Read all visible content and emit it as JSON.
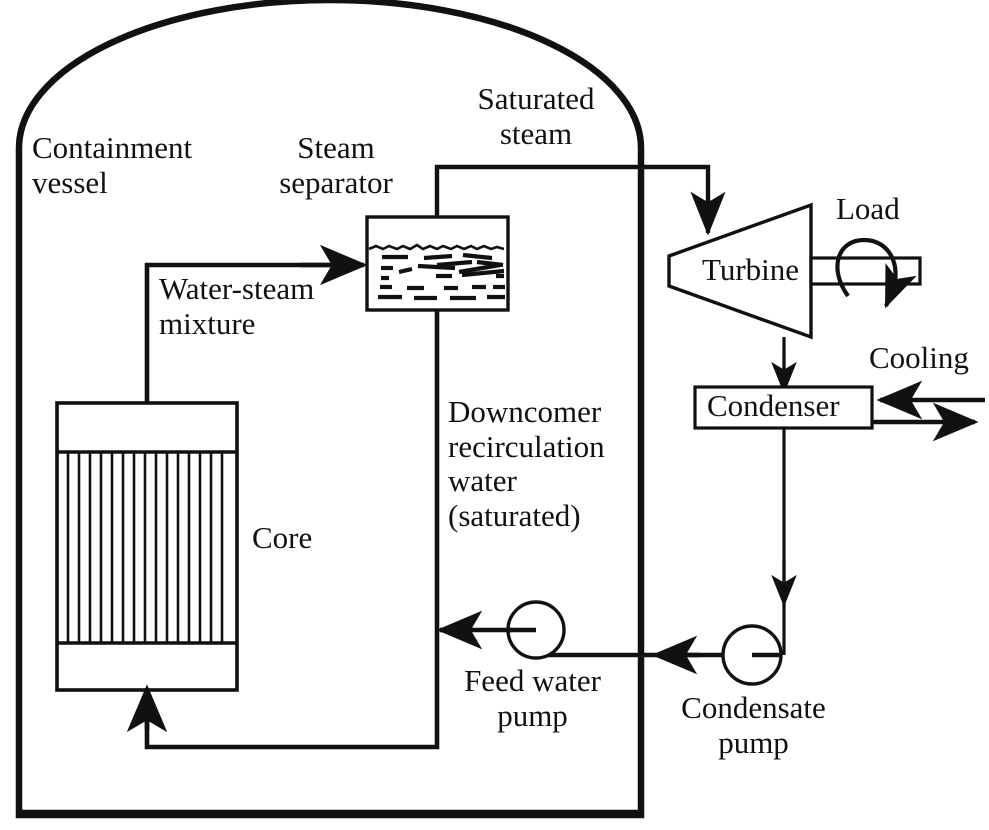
{
  "diagram": {
    "title": "Boiling Water Reactor (BWR) power plant schematic",
    "type": "process-flow-diagram",
    "stroke_color": "#111111",
    "fill_color": "#ffffff",
    "background": "#ffffff"
  },
  "labels": {
    "containment_vessel": "Containment\nvessel",
    "steam_separator": "Steam\nseparator",
    "saturated_steam": "Saturated\nsteam",
    "water_steam_mixture": "Water-steam\nmixture",
    "core": "Core",
    "downcomer": "Downcomer\nrecirculation\nwater\n(saturated)",
    "turbine": "Turbine",
    "load": "Load",
    "cooling": "Cooling",
    "condenser": "Condenser",
    "feed_water_pump": "Feed water\npump",
    "condensate_pump": "Condensate\npump"
  },
  "components": [
    {
      "name": "containment-vessel",
      "kind": "dome-enclosure"
    },
    {
      "name": "reactor-core",
      "kind": "box-with-fuel-rods",
      "rod_count": 15
    },
    {
      "name": "steam-separator",
      "kind": "box-with-water-level"
    },
    {
      "name": "turbine",
      "kind": "trapezoid"
    },
    {
      "name": "generator-shaft",
      "kind": "rectangle"
    },
    {
      "name": "load-rotation-arrow",
      "kind": "curved-arrow"
    },
    {
      "name": "condenser",
      "kind": "rectangle"
    },
    {
      "name": "feed-water-pump",
      "kind": "circle"
    },
    {
      "name": "condensate-pump",
      "kind": "circle"
    }
  ],
  "flows": [
    {
      "name": "saturated-steam-line",
      "from": "steam-separator",
      "to": "turbine"
    },
    {
      "name": "water-steam-mixture-line",
      "from": "reactor-core",
      "to": "steam-separator"
    },
    {
      "name": "downcomer-line",
      "from": "steam-separator",
      "to": "reactor-core"
    },
    {
      "name": "turbine-exhaust-line",
      "from": "turbine",
      "to": "condenser"
    },
    {
      "name": "condensate-line",
      "from": "condenser",
      "to": "condensate-pump"
    },
    {
      "name": "feedwater-line",
      "from": "condensate-pump",
      "to": "downcomer-line"
    },
    {
      "name": "cooling-water-inlet",
      "from": "cooling-source",
      "to": "condenser"
    },
    {
      "name": "cooling-water-outlet",
      "from": "condenser",
      "to": "cooling-sink"
    }
  ]
}
